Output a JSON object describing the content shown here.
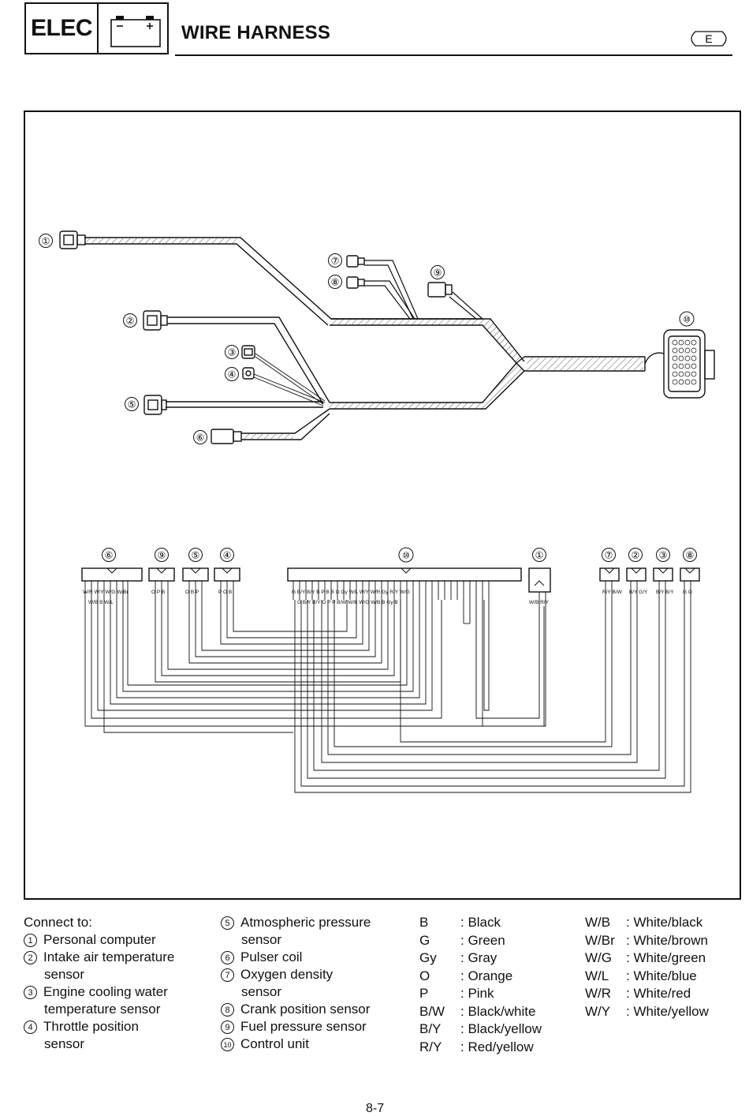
{
  "header": {
    "section_label": "ELEC",
    "title": "WIRE HARNESS",
    "language_badge": "E",
    "battery_icon": "battery-icon"
  },
  "diagram": {
    "harness_callouts": [
      "①",
      "②",
      "③",
      "④",
      "⑤",
      "⑥",
      "⑦",
      "⑧",
      "⑨",
      "⑩"
    ],
    "schematic_connector_labels": [
      "⑥",
      "⑨",
      "⑤",
      "④",
      "⑩",
      "①",
      "⑦",
      "②",
      "③",
      "⑧"
    ],
    "connector_6_pins_top": "W/R W/Y W/G W/Br",
    "connector_6_pins_bottom": "W/B B W/L",
    "connector_9_pins": "O P B",
    "connector_5_pins": "O B P",
    "connector_4_pins": "P O B",
    "connector_10_pins_top": "G B/Y B/Y B P B B O Gy W/L W/Y W/R Gy R/Y W/G",
    "connector_10_pins_bottom": "G B/Y B/Y O P P B/W W/B W/G W/B B Gy B",
    "connector_1_pins": "W/B R/Y",
    "connector_7_pins": "R/Y B/W",
    "connector_2_pins": "B/Y G/Y",
    "connector_3_pins": "B/Y B/Y",
    "connector_8_pins": "G G"
  },
  "legend": {
    "connect_to_heading": "Connect to:",
    "items_col1": [
      {
        "num": "1",
        "lines": [
          "Personal computer"
        ]
      },
      {
        "num": "2",
        "lines": [
          "Intake air temperature",
          "sensor"
        ]
      },
      {
        "num": "3",
        "lines": [
          "Engine cooling water",
          "temperature sensor"
        ]
      },
      {
        "num": "4",
        "lines": [
          "Throttle position",
          "sensor"
        ]
      }
    ],
    "items_col2": [
      {
        "num": "5",
        "lines": [
          "Atmospheric pressure",
          "sensor"
        ]
      },
      {
        "num": "6",
        "lines": [
          "Pulser coil"
        ]
      },
      {
        "num": "7",
        "lines": [
          "Oxygen density",
          "sensor"
        ]
      },
      {
        "num": "8",
        "lines": [
          "Crank position sensor"
        ]
      },
      {
        "num": "9",
        "lines": [
          "Fuel pressure sensor"
        ]
      },
      {
        "num": "10",
        "lines": [
          "Control unit"
        ]
      }
    ],
    "color_codes_col1": [
      {
        "code": "B",
        "name": ": Black"
      },
      {
        "code": "G",
        "name": ": Green"
      },
      {
        "code": "Gy",
        "name": ": Gray"
      },
      {
        "code": "O",
        "name": ": Orange"
      },
      {
        "code": "P",
        "name": ": Pink"
      },
      {
        "code": "B/W",
        "name": ": Black/white"
      },
      {
        "code": "B/Y",
        "name": ": Black/yellow"
      },
      {
        "code": "R/Y",
        "name": ": Red/yellow"
      }
    ],
    "color_codes_col2": [
      {
        "code": "W/B",
        "name": ": White/black"
      },
      {
        "code": "W/Br",
        "name": ": White/brown"
      },
      {
        "code": "W/G",
        "name": ": White/green"
      },
      {
        "code": "W/L",
        "name": ": White/blue"
      },
      {
        "code": "W/R",
        "name": ": White/red"
      },
      {
        "code": "W/Y",
        "name": ": White/yellow"
      }
    ]
  },
  "footer": {
    "page_number": "8-7"
  },
  "colors": {
    "ink": "#111111",
    "paper": "#ffffff"
  }
}
